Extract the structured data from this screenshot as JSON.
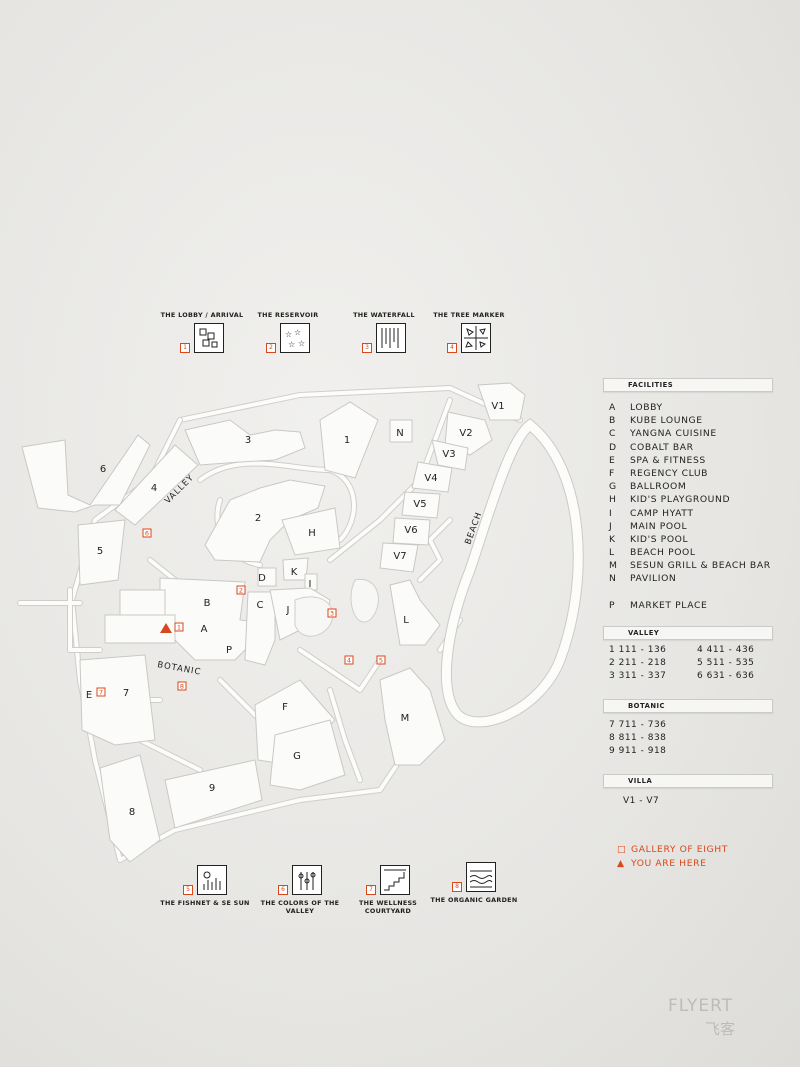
{
  "galleries_top": [
    {
      "num": "1",
      "title": "THE LOBBY / ARRIVAL",
      "icon": "lobby-squares-icon"
    },
    {
      "num": "2",
      "title": "THE RESERVOIR",
      "icon": "reservoir-stars-icon"
    },
    {
      "num": "3",
      "title": "THE WATERFALL",
      "icon": "waterfall-lines-icon"
    },
    {
      "num": "4",
      "title": "THE TREE MARKER",
      "icon": "tree-marker-icon"
    }
  ],
  "galleries_bottom": [
    {
      "num": "5",
      "title": "THE FISHNET & SE SUN",
      "icon": "fishnet-sun-icon"
    },
    {
      "num": "6",
      "title": "THE COLORS OF THE VALLEY",
      "icon": "colors-valley-icon"
    },
    {
      "num": "7",
      "title": "THE WELLNESS COURTYARD",
      "icon": "wellness-stairs-icon"
    },
    {
      "num": "8",
      "title": "THE ORGANIC GARDEN",
      "icon": "organic-garden-icon"
    }
  ],
  "map": {
    "area_labels": {
      "valley": "VALLEY",
      "botanic": "BOTANIC",
      "beach": "BEACH"
    },
    "buildings": {
      "b6": "6",
      "b4": "4",
      "b3": "3",
      "b1": "1",
      "bN": "N",
      "v1": "V1",
      "v2": "V2",
      "v3": "V3",
      "v4": "V4",
      "v5": "V5",
      "v6": "V6",
      "v7": "V7",
      "b2": "2",
      "bH": "H",
      "b5": "5",
      "bD": "D",
      "bK": "K",
      "bI": "I",
      "bB": "B",
      "bC": "C",
      "bJ": "J",
      "bA": "A",
      "bP": "P",
      "bL": "L",
      "bE": "E",
      "b7": "7",
      "bF": "F",
      "bG": "G",
      "bM": "M",
      "b9": "9",
      "b8": "8"
    },
    "markers": [
      "1",
      "2",
      "3",
      "4",
      "5",
      "6",
      "7",
      "8"
    ]
  },
  "legend": {
    "facilities_title": "FACILITIES",
    "facilities": [
      {
        "key": "A",
        "name": "LOBBY"
      },
      {
        "key": "B",
        "name": "KUBE LOUNGE"
      },
      {
        "key": "C",
        "name": "YANGNA CUISINE"
      },
      {
        "key": "D",
        "name": "COBALT BAR"
      },
      {
        "key": "E",
        "name": "SPA & FITNESS"
      },
      {
        "key": "F",
        "name": "REGENCY CLUB"
      },
      {
        "key": "G",
        "name": "BALLROOM"
      },
      {
        "key": "H",
        "name": "KID'S PLAYGROUND"
      },
      {
        "key": "I",
        "name": "CAMP HYATT"
      },
      {
        "key": "J",
        "name": "MAIN POOL"
      },
      {
        "key": "K",
        "name": "KID'S POOL"
      },
      {
        "key": "L",
        "name": "BEACH POOL"
      },
      {
        "key": "M",
        "name": "SESUN GRILL & BEACH BAR"
      },
      {
        "key": "N",
        "name": "PAVILION"
      },
      {
        "key": "",
        "name": ""
      },
      {
        "key": "P",
        "name": "MARKET PLACE"
      }
    ],
    "valley_title": "VALLEY",
    "valley_rows": [
      {
        "left": "1   111 - 136",
        "right": "4   411 - 436"
      },
      {
        "left": "2   211 - 218",
        "right": "5   511 - 535"
      },
      {
        "left": "3   311 - 337",
        "right": "6   631 - 636"
      }
    ],
    "botanic_title": "BOTANIC",
    "botanic_rows": [
      "7   711 - 736",
      "8   811 - 838",
      "9   911 - 918"
    ],
    "villa_title": "VILLA",
    "villa_rows": [
      "V1 - V7"
    ],
    "gallery_key": "GALLERY OF EIGHT",
    "you_are_here": "YOU ARE HERE",
    "accent_color": "#d9481c"
  },
  "watermark": {
    "text": "FLYERT",
    "sub": "飞客"
  }
}
